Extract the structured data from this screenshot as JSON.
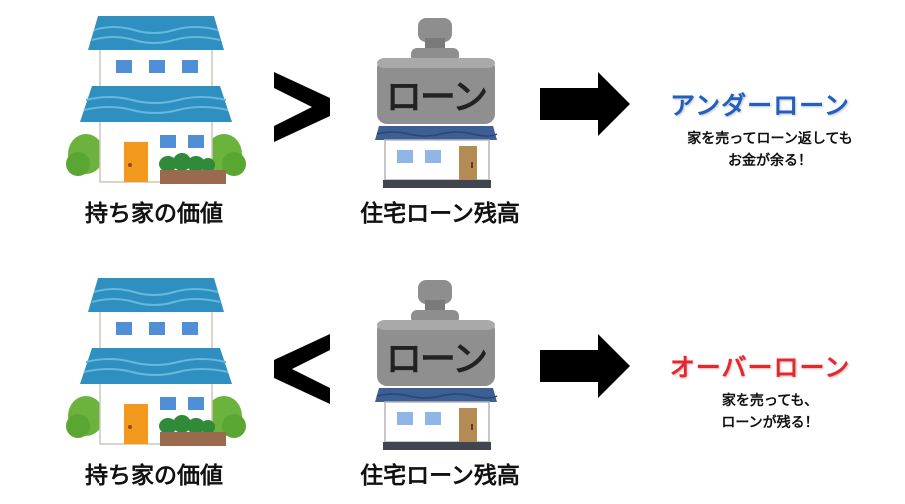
{
  "rows": [
    {
      "house_label": "持ち家の価値",
      "comparison": ">",
      "loan_sign_text": "ローン",
      "loan_label": "住宅ローン残高",
      "result_title": "アンダーローン",
      "result_color": "#1f5fc4",
      "result_desc": [
        "家を売ってローン返しても",
        "お金が余る！"
      ]
    },
    {
      "house_label": "持ち家の価値",
      "comparison": "<",
      "loan_sign_text": "ローン",
      "loan_label": "住宅ローン残高",
      "result_title": "オーバーローン",
      "result_color": "#e8262b",
      "result_desc": [
        "家を売っても、",
        "ローンが残る！"
      ]
    }
  ],
  "icons": {
    "house": "two-story-house-icon",
    "loan_weight": "loan-weight-on-house-icon",
    "greater_than": "greater-than-icon",
    "less_than": "less-than-icon",
    "arrow": "right-arrow-icon"
  }
}
